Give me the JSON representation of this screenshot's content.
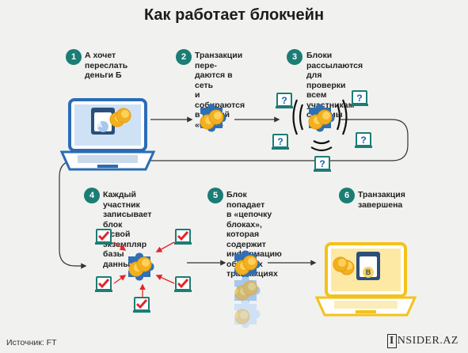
{
  "title": "Как работает блокчейн",
  "steps": [
    {
      "num": "1",
      "text": "А хочет переслать\nденьги Б"
    },
    {
      "num": "2",
      "text": "Транзакции пере-\nдаются в сеть\nи собираются\nв новый «блок»"
    },
    {
      "num": "3",
      "text": "Блоки рассылаются\nдля проверки\nвсем участникам\nсистемы"
    },
    {
      "num": "4",
      "text": "Каждый участник\nзаписывает блок\nв свой экземпляр\nбазы данных"
    },
    {
      "num": "5",
      "text": "Блок попадает\nв «цепочку блоках»,\nкоторая содержит\nинформацию\nобо всех транзакциях"
    },
    {
      "num": "6",
      "text": "Транзакция\nзавершена"
    }
  ],
  "labels": {
    "sender": "A",
    "receiver": "B",
    "question": "?"
  },
  "source": "Источник: FT",
  "brand_box": "I",
  "brand_rest": "NSIDER.AZ",
  "colors": {
    "teal": "#1b7d75",
    "laptop_blue": "#2b6cb5",
    "laptop_yellow": "#f3c21b",
    "puzzle_blue": "#2e6fb5",
    "coin": "#f2b01e",
    "check_red": "#e2262b",
    "connector": "#333333"
  },
  "icons": [
    "laptop-icon",
    "wallet-icon",
    "coin-icon",
    "puzzle-block-icon",
    "question-doc-icon",
    "check-doc-icon",
    "arrow-icon"
  ]
}
